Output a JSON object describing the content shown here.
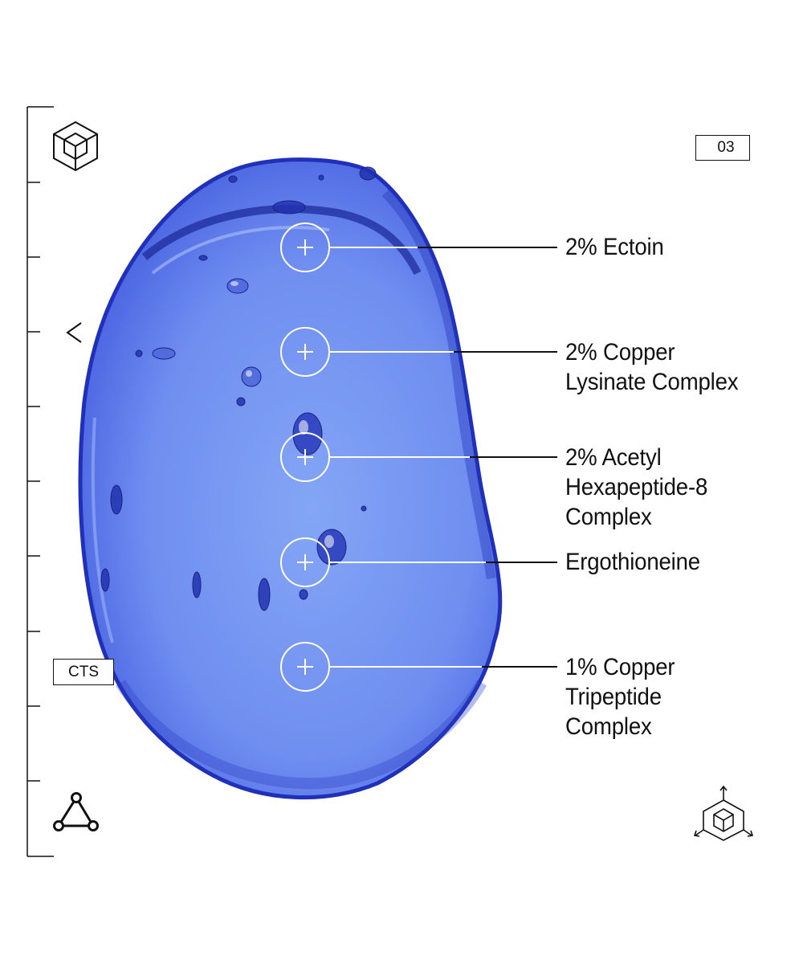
{
  "page_number": "03",
  "tag": "CTS",
  "ingredients": [
    {
      "label": "2% Ectoin"
    },
    {
      "label": "2% Copper\nLysinate Complex"
    },
    {
      "label": "2% Acetyl\nHexapeptide-8\nComplex"
    },
    {
      "label": "Ergothioneine"
    },
    {
      "label": "1% Copper\nTripeptide\nComplex"
    }
  ],
  "icons": {
    "top_left": "cube-icon",
    "bottom_left": "molecule-triangle-icon",
    "bottom_right": "cube-axes-icon",
    "nav": "chevron-left-icon",
    "hotspot": "plus-icon"
  },
  "colors": {
    "gel": "#3d55dc",
    "gel_light": "#7fa0f3",
    "ink": "#111111",
    "hotspot": "#ffffff"
  }
}
